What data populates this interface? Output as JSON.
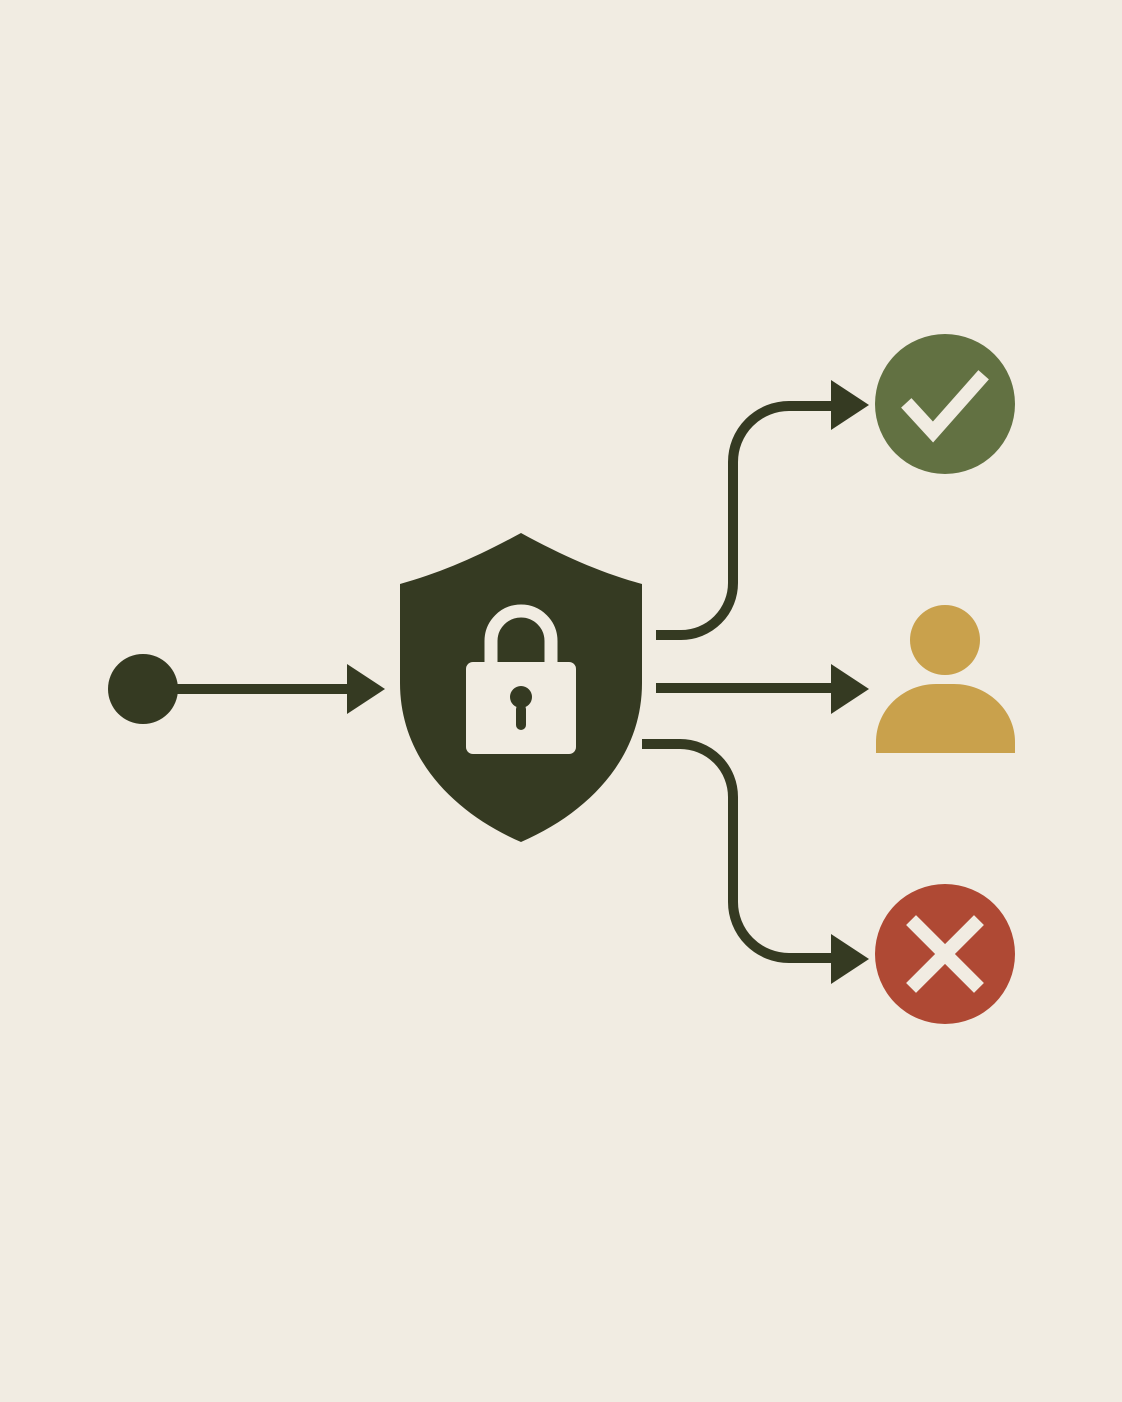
{
  "colors": {
    "background": "#F1ECE2",
    "ink": "#353A22",
    "approve": "#627142",
    "user": "#C9A14C",
    "deny": "#AF4934",
    "glyph": "#F1ECE2"
  },
  "nodes": {
    "source": {
      "icon": "start-dot-icon"
    },
    "gate": {
      "icon": "shield-lock-icon"
    },
    "outcomes": [
      {
        "icon": "check-icon",
        "color_key": "approve"
      },
      {
        "icon": "user-icon",
        "color_key": "user"
      },
      {
        "icon": "close-icon",
        "color_key": "deny"
      }
    ]
  }
}
